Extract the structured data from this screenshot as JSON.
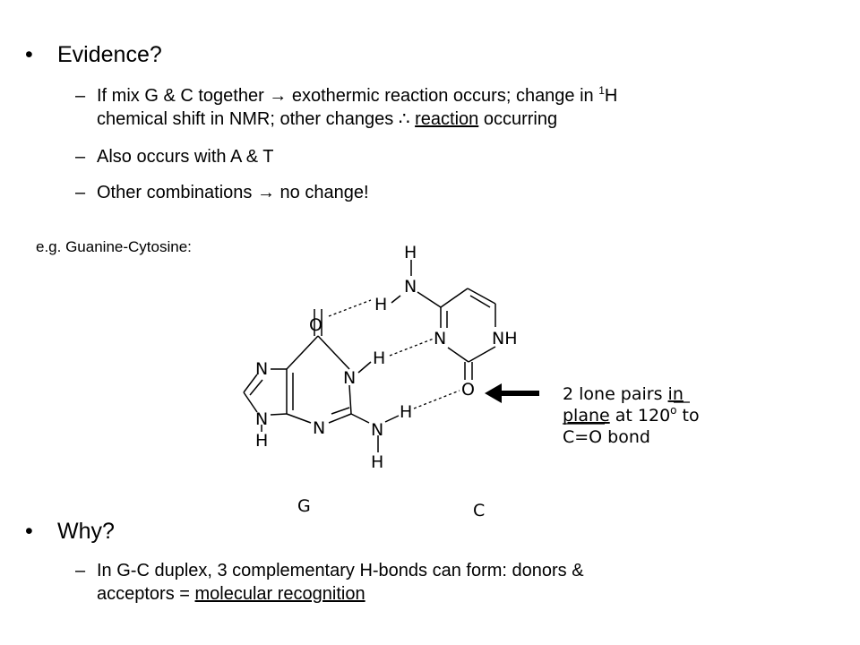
{
  "slide": {
    "bullets": [
      {
        "heading": "Evidence?",
        "subitems": [
          {
            "line1_before_sup": "If mix G & C together → exothermic reaction occurs; change in ",
            "sup": "1",
            "line1_after_sup": "H",
            "line2_before_u": "chemical shift in NMR; other changes ",
            "therefore": "∴",
            "underlined": "reaction",
            "line2_after_u": " occurring"
          },
          {
            "text": "Also occurs with A & T"
          },
          {
            "text": "Other combinations → no change!"
          }
        ]
      },
      {
        "heading": "Why?",
        "subitems": [
          {
            "line1": "In G-C duplex, 3 complementary H-bonds can form: donors &",
            "line2_before_u": "acceptors = ",
            "underlined": "molecular recognition"
          }
        ]
      }
    ],
    "example_label": "e.g. Guanine-Cytosine:"
  },
  "diagram": {
    "atoms": {
      "g_carbonyl_o": "O",
      "g_n1_h": "H",
      "g_n1": "N",
      "g_n7": "N",
      "g_n9": "N",
      "g_n9_h": "H",
      "g_n3": "N",
      "g_n2": "N",
      "g_n2_h_bond": "H",
      "g_n2_h_bottom": "H",
      "c_n4_h_top": "H",
      "c_n4": "N",
      "c_n4_h_bond": "H",
      "c_n3": "N",
      "c_nh": "NH",
      "c_o2": "O"
    },
    "labels": {
      "guanine": "G",
      "cytosine": "C"
    },
    "annotation": {
      "line1_before_u": "2 lone pairs ",
      "line1_u": "in",
      "line2_u": "plane",
      "line2_mid": " at 120",
      "line2_sup": "o",
      "line2_after": " to",
      "line3": "C=O bond"
    }
  }
}
